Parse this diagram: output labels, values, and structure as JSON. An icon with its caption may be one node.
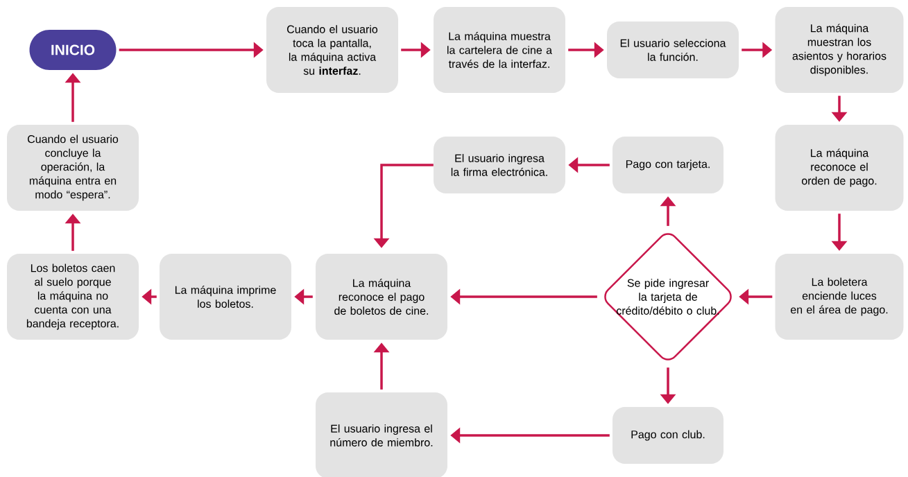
{
  "diagram": {
    "nodes": [
      {
        "text": [
          "INICIO"
        ]
      },
      {
        "text": [
          "Cuando el usuario toca la pantalla, la máquina activa su **interfaz**."
        ]
      },
      {
        "text": [
          "La máquina muestra la cartelera de cine a través de la interfaz."
        ]
      },
      {
        "text": [
          "El usuario selecciona la función."
        ]
      },
      {
        "text": [
          "La máquina muestran los asientos y horarios disponibles."
        ]
      },
      {
        "text": [
          "La máquina reconoce el orden de pago."
        ]
      },
      {
        "text": [
          "La boletera enciende luces en el área de pago."
        ]
      },
      {
        "text": [
          "Se pide ingresar la tarjeta de crédito/débito o club."
        ]
      },
      {
        "text": [
          "Pago con tarjeta."
        ]
      },
      {
        "text": [
          "El usuario ingresa la firma electrónica."
        ]
      },
      {
        "text": [
          "La máquina reconoce el pago de boletos de cine."
        ]
      },
      {
        "text": [
          "Pago con club."
        ]
      },
      {
        "text": [
          "El usuario ingresa el número de miembro."
        ]
      },
      {
        "text": [
          "La máquina imprime los boletos."
        ]
      },
      {
        "text": [
          "Los boletos caen al suelo porque la máquina no cuenta con una bandeja receptora."
        ]
      },
      {
        "text": [
          "Cuando el usuario concluye la operación, la máquina entra en modo “espera”."
        ]
      }
    ],
    "edges": [
      {
        "from": 0,
        "to": 1,
        "arrow": "to"
      },
      {
        "from": 1,
        "to": 2,
        "arrow": "to"
      },
      {
        "from": 2,
        "to": 3,
        "arrow": "to"
      },
      {
        "from": 3,
        "to": 4,
        "arrow": "to"
      },
      {
        "from": 4,
        "to": 5,
        "arrow": "to"
      },
      {
        "from": 5,
        "to": 6,
        "arrow": "to"
      },
      {
        "from": 6,
        "to": 7,
        "arrow": "to"
      },
      {
        "from": 7,
        "to": 8,
        "arrow": "to"
      },
      {
        "from": 7,
        "to": 11,
        "arrow": "to"
      },
      {
        "from": 7,
        "to": 10,
        "arrow": "to"
      },
      {
        "from": 8,
        "to": 9,
        "arrow": "to"
      },
      {
        "from": 9,
        "to": 10,
        "arrow": "to"
      },
      {
        "from": 11,
        "to": 12,
        "arrow": "to"
      },
      {
        "from": 12,
        "to": 10,
        "arrow": "to"
      },
      {
        "from": 10,
        "to": 13,
        "arrow": "to"
      },
      {
        "from": 13,
        "to": 14,
        "arrow": "to"
      },
      {
        "from": 14,
        "to": 15,
        "arrow": "to"
      },
      {
        "from": 15,
        "to": 0,
        "arrow": "to"
      }
    ]
  }
}
